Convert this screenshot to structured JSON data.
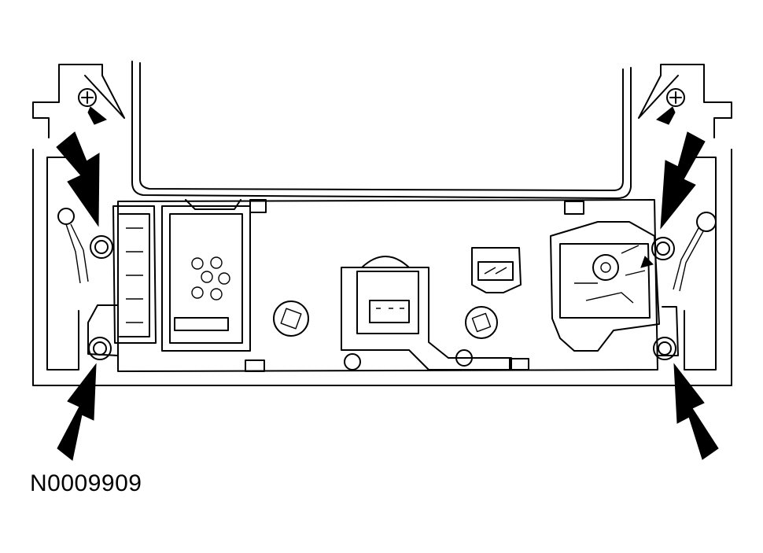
{
  "figure": {
    "reference_id": "N0009909",
    "colors": {
      "ink": "#000000",
      "paper": "#ffffff"
    },
    "callouts": [
      {
        "name": "arrow-upper-left",
        "icon": "solid-arrow",
        "points_to": "bolt-upper-left"
      },
      {
        "name": "arrow-lower-left",
        "icon": "solid-arrow",
        "points_to": "bolt-lower-left"
      },
      {
        "name": "arrow-upper-right",
        "icon": "solid-arrow",
        "points_to": "bolt-upper-right"
      },
      {
        "name": "arrow-lower-right",
        "icon": "solid-arrow",
        "points_to": "bolt-lower-right"
      }
    ]
  }
}
